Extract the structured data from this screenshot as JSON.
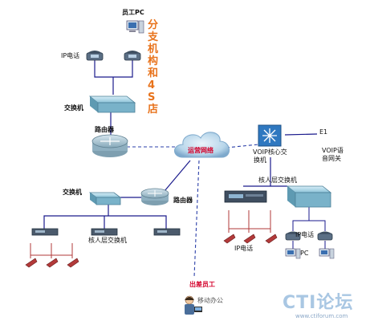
{
  "labels": {
    "employee_pc": "员工PC",
    "ip_phone_top": "IP电话",
    "branch_title": "分支机构和4S店",
    "switch_top": "交换机",
    "router_top": "路由器",
    "cloud": "运营网络",
    "voip_core": "VOIP核心交换机",
    "voip_core_line1": "VOIP核心交",
    "voip_core_line2": "换机",
    "voip_gateway_line1": "VOIP语",
    "voip_gateway_line2": "音网关",
    "e1": "E1",
    "switch_mid": "交换机",
    "router_mid": "路由器",
    "access_switch_mid": "核人层交换机",
    "access_switch_right": "核人层交换机",
    "ip_phone_right": "IP电话",
    "ip_phone_bottom": "IP电话",
    "pc_right": "PC",
    "traveling_employee": "出差员工",
    "mobile_office": "移动办公"
  },
  "watermark": {
    "brand": "CTI论坛",
    "url": "www.ctiforum.com"
  },
  "colors": {
    "line": "#1a1a8c",
    "dashed": "#2b3fa8",
    "title": "#e8731c",
    "accent_red": "#d4002a",
    "switch_fill": "#7fb7cf",
    "router_fill": "#8fb3c4"
  }
}
